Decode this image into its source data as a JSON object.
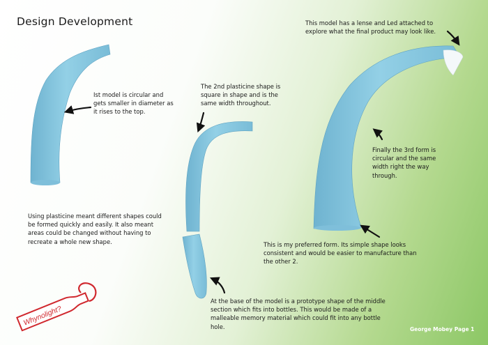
{
  "page_title": "Design Development",
  "notes": {
    "model1": "Ist model is circular and gets smaller in diameter as it rises to the top.",
    "model2": "The 2nd plasticine shape is square in shape and is the same width throughout.",
    "model3_lens": "This model has a lense and Led attached to explore what the final product may look like.",
    "model3_form": "Finally the 3rd form is circular and the same width right the way through.",
    "plasticine": "Using plasticine meant different shapes could be formed quickly and easily. It also meant areas could be changed without having to recreate a whole new shape.",
    "preferred": "This is my preferred form. Its simple shape looks consistent and would be easier to manufacture than the other 2.",
    "base": "At the base of the model is a prototype shape of the middle section which fits into bottles. This would be made of a malleable memory material which could fit into any bottle hole."
  },
  "logo_text": "Whynolight?",
  "footer": "George Mobey Page 1",
  "colors": {
    "model_blue": "#8ccbe2",
    "model_shadow": "#6aaecb",
    "logo_red": "#d0282e",
    "bg_green": "#8cc765"
  }
}
